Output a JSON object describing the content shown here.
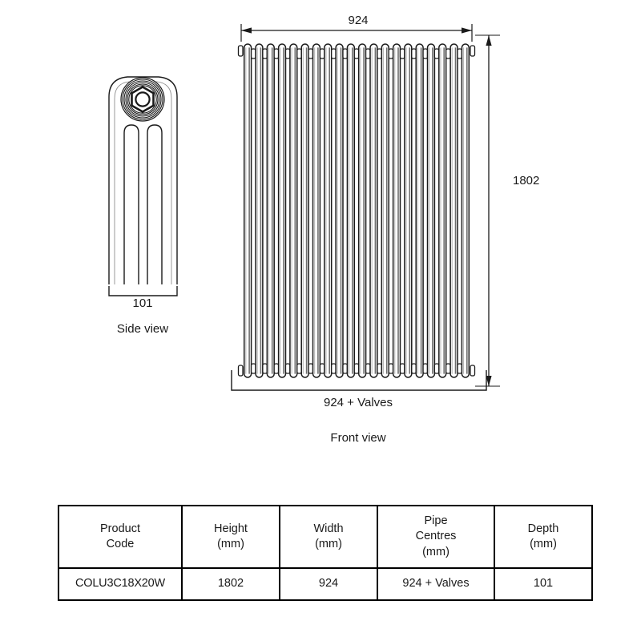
{
  "drawing": {
    "side_view": {
      "caption": "Side view",
      "depth_dimension": "101"
    },
    "front_view": {
      "caption": "Front view",
      "width_dimension": "924",
      "height_dimension": "1802",
      "pipe_centres_dimension": "924 + Valves",
      "column_count": 20
    }
  },
  "table": {
    "headers": [
      {
        "line1": "Product",
        "line2": "Code",
        "line3": ""
      },
      {
        "line1": "Height",
        "line2": "(mm)",
        "line3": ""
      },
      {
        "line1": "Width",
        "line2": "(mm)",
        "line3": ""
      },
      {
        "line1": "Pipe",
        "line2": "Centres",
        "line3": "(mm)"
      },
      {
        "line1": "Depth",
        "line2": "(mm)",
        "line3": ""
      }
    ],
    "row": {
      "product_code": "COLU3C18X20W",
      "height": "1802",
      "width": "924",
      "pipe_centres": "924 + Valves",
      "depth": "101"
    }
  },
  "colors": {
    "line": "#1a1a1a",
    "fill": "#ffffff",
    "shade": "#6e6e6e",
    "text": "#1a1a1a"
  }
}
